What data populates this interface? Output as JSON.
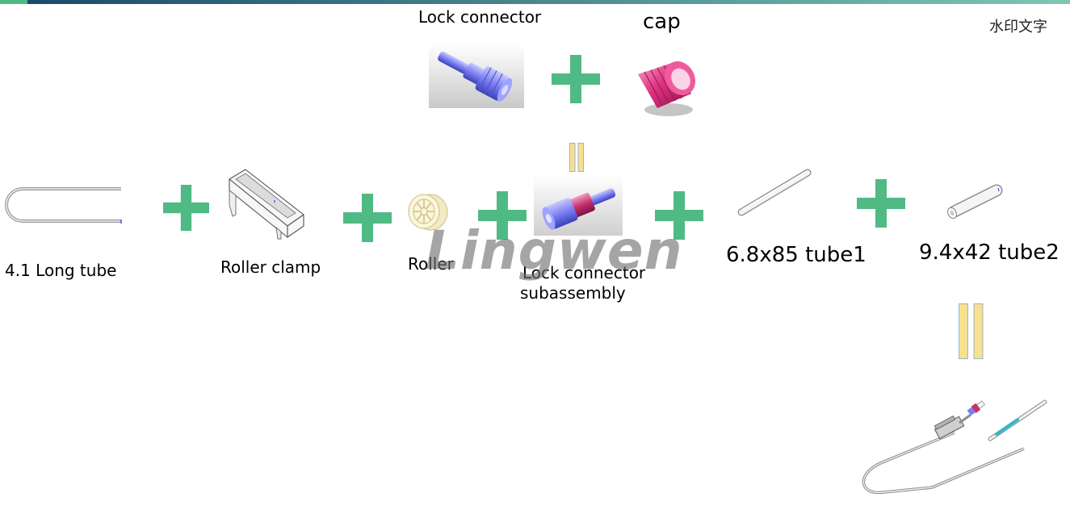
{
  "colors": {
    "plus": "#4fba84",
    "equals_fill": "#f7e08f",
    "equals_stroke": "#9bb4cc",
    "topbar_start": "#1b4a6b",
    "topbar_end": "#7fc7b4",
    "topbar_accent": "#4fba84",
    "lock_connector": "#7b7ff2",
    "cap": "#e0307e",
    "watermark": "#7a7a7a"
  },
  "watermarks": {
    "brand": "Lingwen",
    "chinese": "水印文字"
  },
  "labels": {
    "lock_connector": "Lock connector",
    "cap": "cap",
    "long_tube": "4.1 Long tube",
    "roller_clamp": "Roller clamp",
    "roller": "Roller",
    "subassembly_line1": "Lock connector",
    "subassembly_line2": "subassembly",
    "tube1": "6.8x85 tube1",
    "tube2": "9.4x42 tube2"
  },
  "icons": {
    "plus": "plus-icon",
    "equals": "equals-icon"
  }
}
